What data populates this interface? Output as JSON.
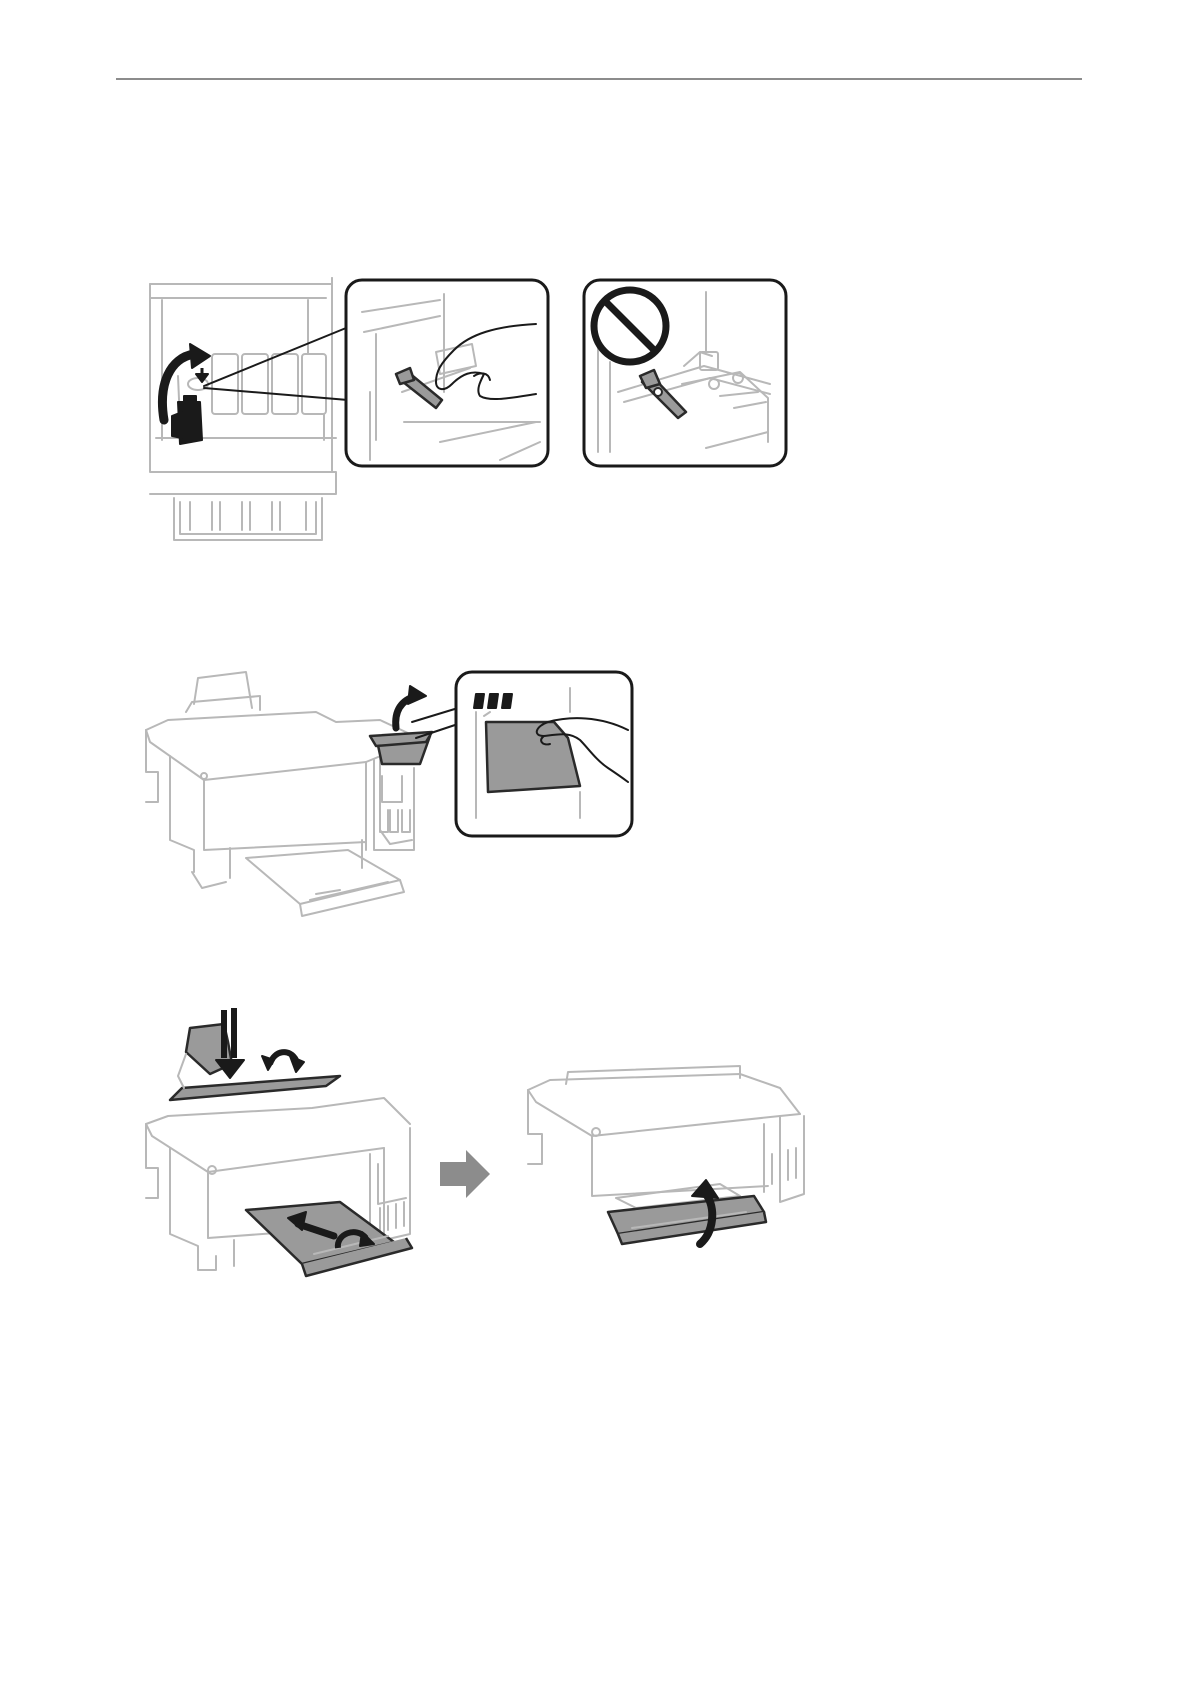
{
  "page": {
    "width_label": "",
    "illustrations": [
      {
        "id": "fig1",
        "description_icon": "ink-bottle-cap-close-icon"
      },
      {
        "id": "fig2",
        "description_icon": "ink-tank-cover-close-icon"
      },
      {
        "id": "fig3",
        "description_icon": "paper-support-store-icon"
      }
    ]
  },
  "colors": {
    "line": "#b8b8b8",
    "dark": "#1a1a1a",
    "fill_gray": "#9a9a9a",
    "arrow_gray": "#8c8c8c"
  }
}
